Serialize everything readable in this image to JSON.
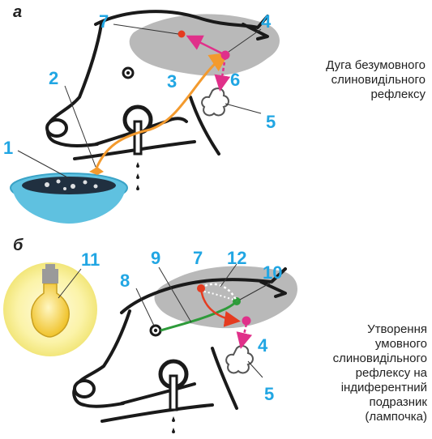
{
  "panels": {
    "a": {
      "letter": "а",
      "caption": [
        "Дуга безумовного",
        "слиновидільного",
        "рефлексу"
      ],
      "labels": [
        "1",
        "2",
        "3",
        "4",
        "5",
        "6",
        "7"
      ]
    },
    "b": {
      "letter": "б",
      "caption": [
        "Утворення",
        "умовного",
        "слиновидільного",
        "рефлексу на",
        "індиферентний",
        "подразник",
        "(лампочка)"
      ],
      "labels": [
        "4",
        "5",
        "7",
        "8",
        "9",
        "10",
        "11",
        "12"
      ]
    }
  },
  "colors": {
    "label_blue": "#21a6e3",
    "brain_gray": "#b9b9b9",
    "food_path_orange": "#f39a2e",
    "light_path_green": "#2e9b3a",
    "signal_magenta": "#e0308a",
    "bowl_cyan": "#5fc1e0",
    "bulb_yellow": "#f8ef8a",
    "red_center": "#e53b1f"
  }
}
